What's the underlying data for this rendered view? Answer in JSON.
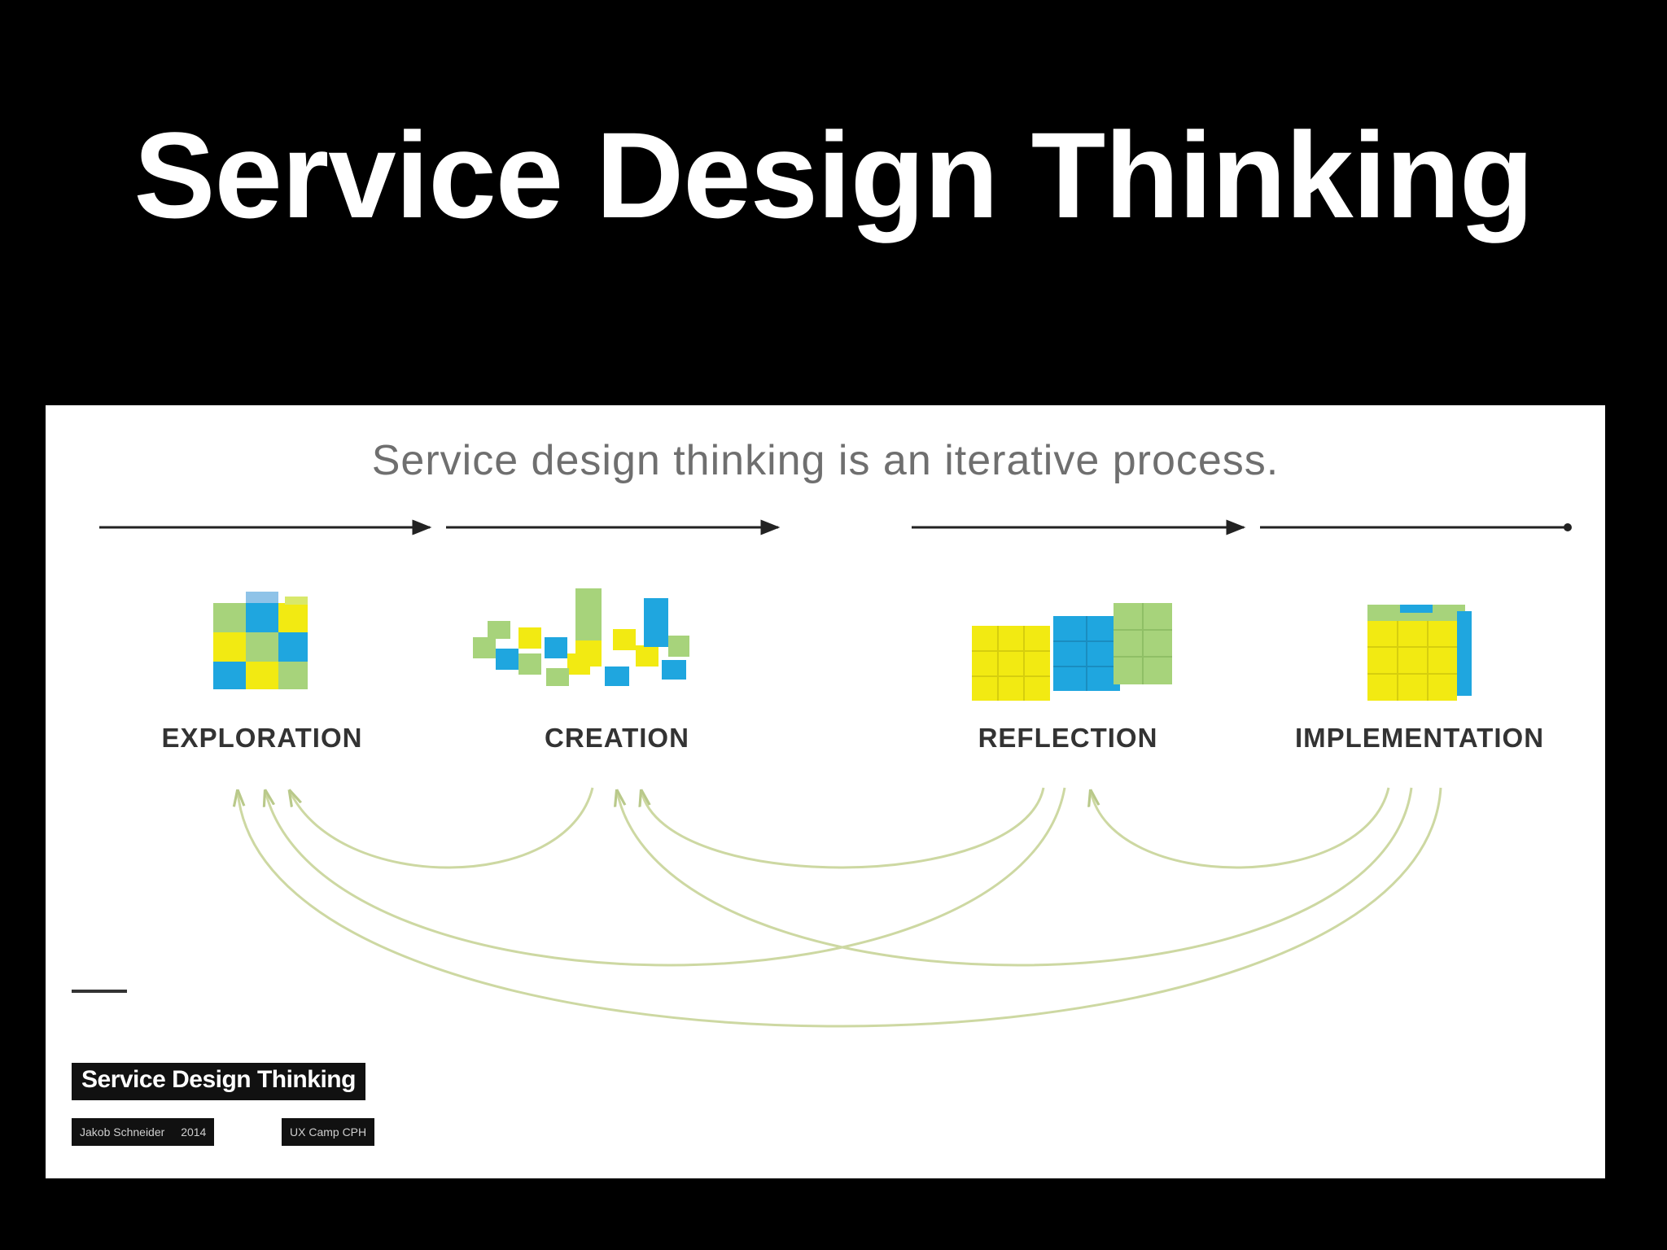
{
  "slide": {
    "title": "Service Design Thinking"
  },
  "diagram": {
    "heading": "Service design thinking is an iterative process.",
    "phases": [
      {
        "label": "EXPLORATION"
      },
      {
        "label": "CREATION"
      },
      {
        "label": "REFLECTION"
      },
      {
        "label": "IMPLEMENTATION"
      }
    ],
    "colors": {
      "yellow": "#f2ea12",
      "blue": "#1fa6df",
      "green": "#a7d37b",
      "arc": "#c9d7a0",
      "arrow": "#222222"
    }
  },
  "footer": {
    "title": "Service Design Thinking",
    "author": "Jakob Schneider",
    "year": "2014",
    "event": "UX Camp CPH"
  }
}
